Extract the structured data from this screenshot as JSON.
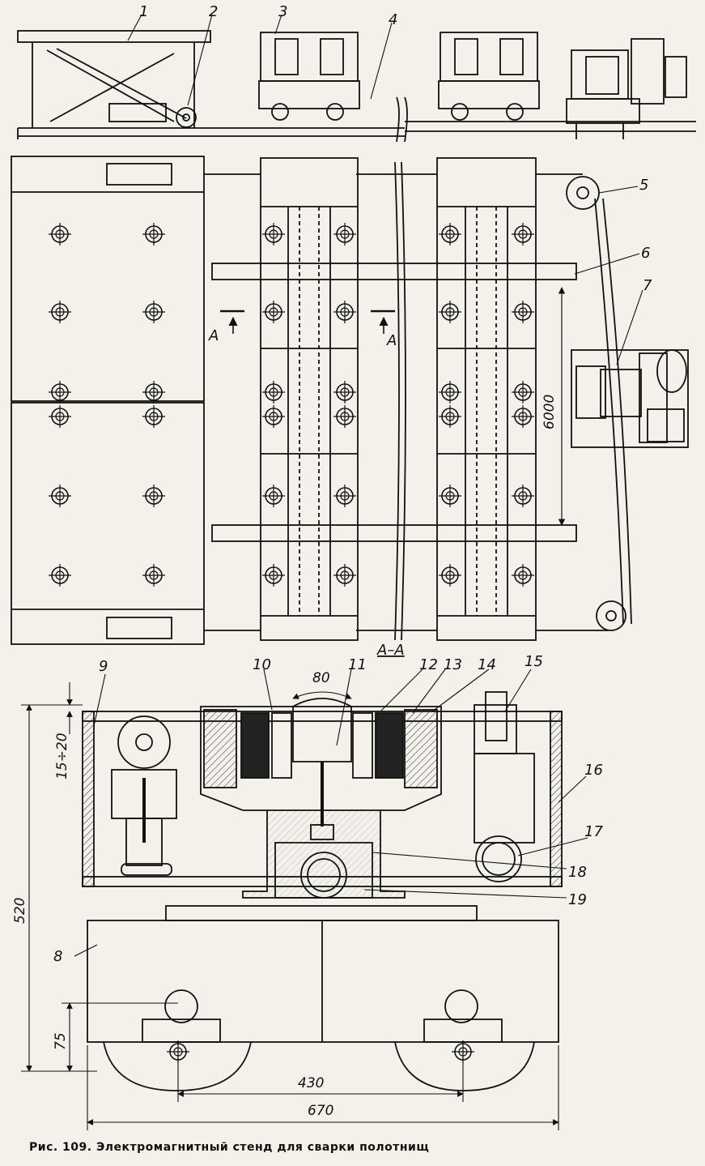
{
  "caption": "Рис. 109. Электромагнитный стенд для сварки полотнищ",
  "labels": [
    "1",
    "2",
    "3",
    "4",
    "5",
    "6",
    "7",
    "8",
    "9",
    "10",
    "11",
    "12",
    "13",
    "14",
    "15",
    "16",
    "17",
    "18",
    "19"
  ],
  "section_top": "A",
  "section_bottom": "A",
  "section_title": "A–A",
  "dimensions": {
    "d6000": "6000",
    "d80": "80",
    "d15_20": "15÷20",
    "d520": "520",
    "d75": "75",
    "d430": "430",
    "d670": "670"
  }
}
